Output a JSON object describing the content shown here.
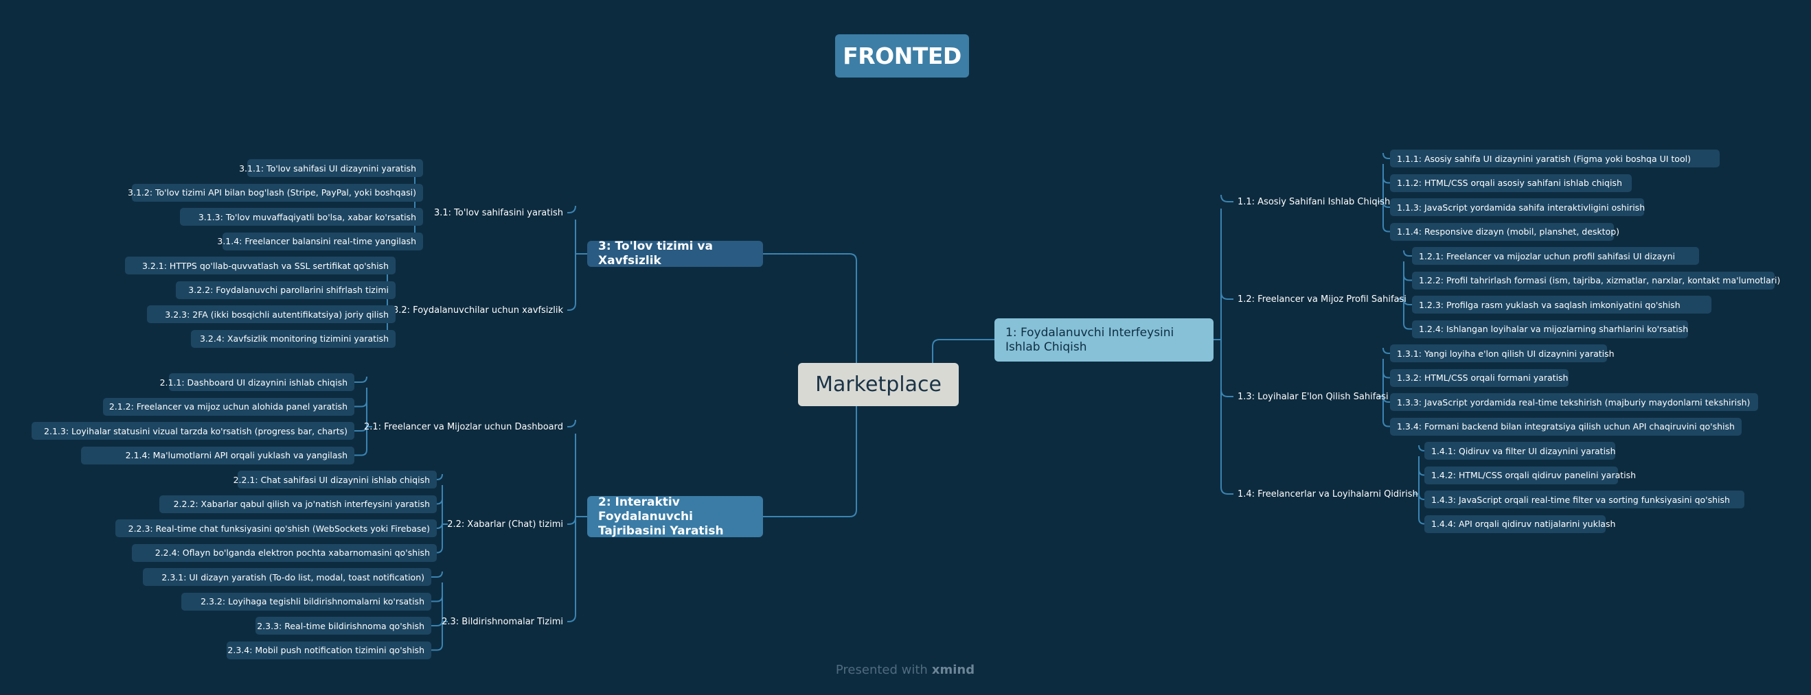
{
  "title": "FRONTED",
  "center": "Marketplace",
  "footer": {
    "prefix": "Presented with",
    "brand": "xmind"
  },
  "branches": [
    {
      "label": "1: Foydalanuvchi Interfeysini Ishlab Chiqish",
      "subs": [
        {
          "label": "1.1: Asosiy Sahifani Ishlab Chiqish",
          "leaves": [
            "1.1.1: Asosiy sahifa UI dizaynini yaratish (Figma yoki boshqa UI tool)",
            "1.1.2: HTML/CSS orqali asosiy sahifani ishlab chiqish",
            "1.1.3: JavaScript yordamida sahifa interaktivligini oshirish",
            "1.1.4: Responsive dizayn (mobil, planshet, desktop)"
          ]
        },
        {
          "label": "1.2: Freelancer va Mijoz Profil Sahifasi",
          "leaves": [
            "1.2.1: Freelancer va mijozlar uchun profil sahifasi UI dizayni",
            "1.2.2: Profil tahrirlash formasi (ism, tajriba, xizmatlar, narxlar, kontakt ma'lumotlari)",
            "1.2.3: Profilga rasm yuklash va saqlash imkoniyatini qo'shish",
            "1.2.4: Ishlangan loyihalar va mijozlarning sharhlarini ko'rsatish"
          ]
        },
        {
          "label": "1.3: Loyihalar E'lon Qilish Sahifasi",
          "leaves": [
            "1.3.1: Yangi loyiha e'lon qilish UI dizaynini yaratish",
            "1.3.2: HTML/CSS orqali formani yaratish",
            "1.3.3: JavaScript yordamida real-time tekshirish (majburiy maydonlarni tekshirish)",
            "1.3.4: Formani backend bilan integratsiya qilish uchun API chaqiruvini qo'shish"
          ]
        },
        {
          "label": "1.4: Freelancerlar va Loyihalarni Qidirish",
          "leaves": [
            "1.4.1: Qidiruv va filter UI dizaynini yaratish",
            "1.4.2: HTML/CSS orqali qidiruv panelini yaratish",
            "1.4.3: JavaScript orqali real-time filter va sorting funksiyasini qo'shish",
            "1.4.4: API orqali qidiruv natijalarini yuklash"
          ]
        }
      ]
    },
    {
      "label": "2: Interaktiv Foydalanuvchi Tajribasini Yaratish",
      "subs": [
        {
          "label": "2.1: Freelancer va Mijozlar uchun Dashboard",
          "leaves": [
            "2.1.1: Dashboard UI dizaynini ishlab chiqish",
            "2.1.2: Freelancer va mijoz uchun alohida panel yaratish",
            "2.1.3: Loyihalar statusini vizual tarzda ko'rsatish (progress bar, charts)",
            "2.1.4: Ma'lumotlarni API orqali yuklash va yangilash"
          ]
        },
        {
          "label": "2.2: Xabarlar (Chat) tizimi",
          "leaves": [
            "2.2.1: Chat sahifasi UI dizaynini ishlab chiqish",
            "2.2.2: Xabarlar qabul qilish va jo'natish interfeysini yaratish",
            "2.2.3: Real-time chat funksiyasini qo'shish (WebSockets yoki Firebase)",
            "2.2.4: Oflayn bo'lganda elektron pochta xabarnomasini qo'shish"
          ]
        },
        {
          "label": "2.3: Bildirishnomalar Tizimi",
          "leaves": [
            "2.3.1: UI dizayn yaratish (To-do list, modal, toast notification)",
            "2.3.2: Loyihaga tegishli bildirishnomalarni ko'rsatish",
            "2.3.3: Real-time bildirishnoma qo'shish",
            "2.3.4: Mobil push notification tizimini qo'shish"
          ]
        }
      ]
    },
    {
      "label": "3: To'lov tizimi va Xavfsizlik",
      "subs": [
        {
          "label": "3.1: To'lov sahifasini yaratish",
          "leaves": [
            "3.1.1: To'lov sahifasi UI dizaynini yaratish",
            "3.1.2: To'lov tizimi API bilan bog'lash (Stripe, PayPal, yoki boshqasi)",
            "3.1.3: To'lov muvaffaqiyatli bo'lsa, xabar ko'rsatish",
            "3.1.4: Freelancer balansini real-time yangilash"
          ]
        },
        {
          "label": "3.2: Foydalanuvchilar uchun xavfsizlik",
          "leaves": [
            "3.2.1: HTTPS qo'llab-quvvatlash va SSL sertifikat qo'shish",
            "3.2.2: Foydalanuvchi parollarini shifrlash tizimi",
            "3.2.3: 2FA (ikki bosqichli autentifikatsiya) joriy qilish",
            "3.2.4: Xavfsizlik monitoring tizimini yaratish"
          ]
        }
      ]
    }
  ]
}
